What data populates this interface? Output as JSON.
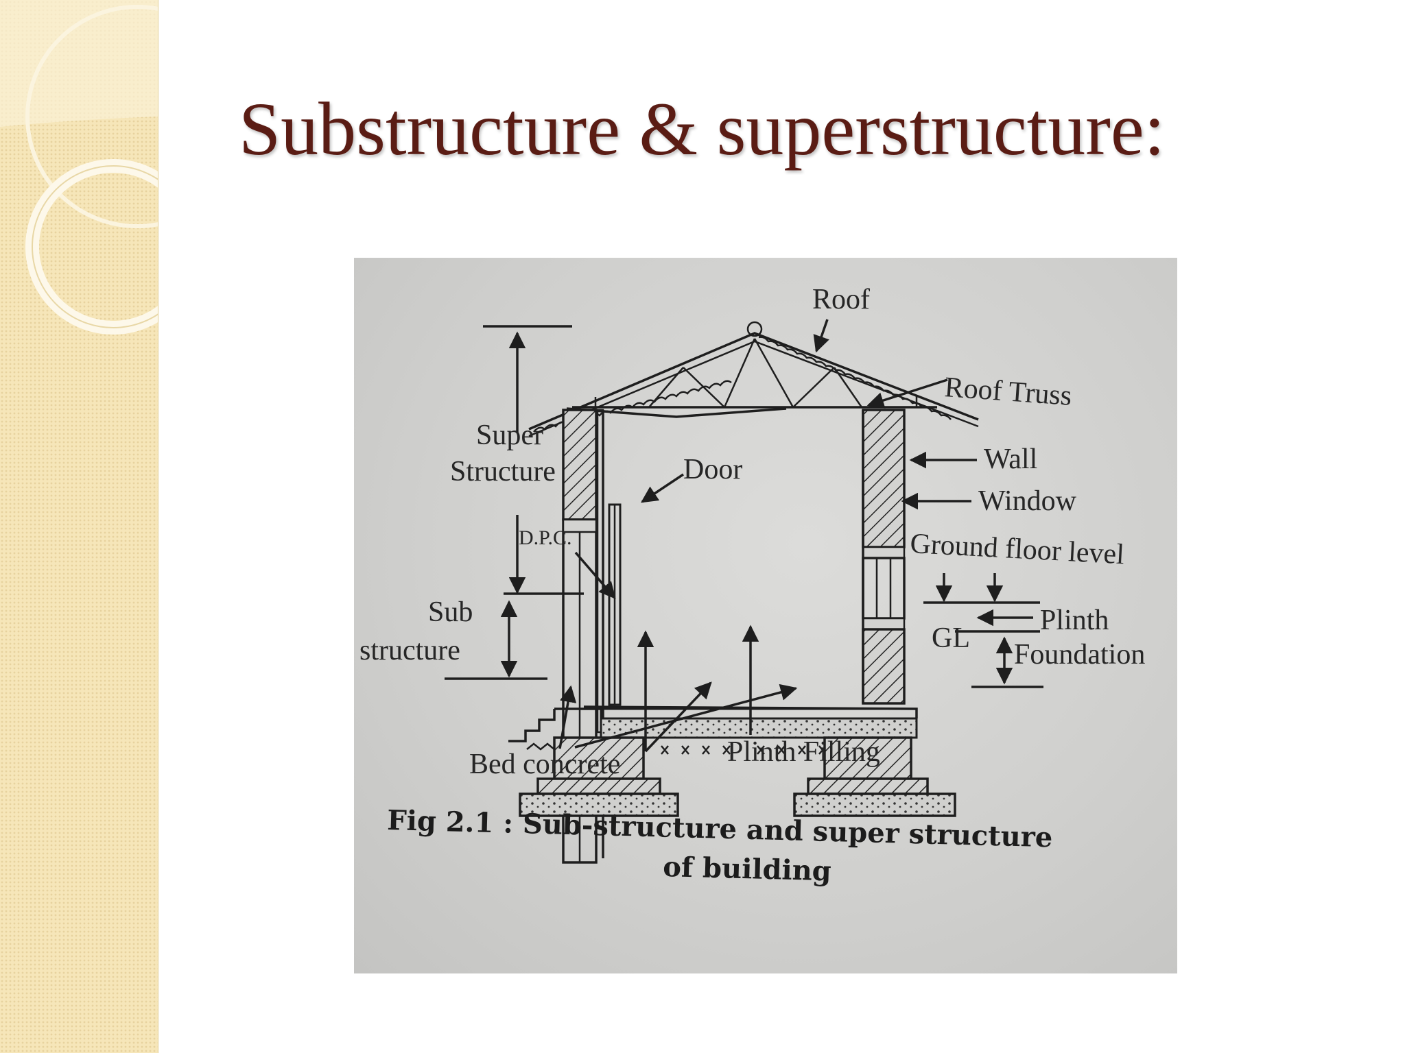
{
  "slide": {
    "title": "Substructure & superstructure:"
  },
  "figure": {
    "labels": {
      "roof": "Roof",
      "roof_truss": "Roof Truss",
      "super_structure_line1": "Super",
      "super_structure_line2": "Structure",
      "door": "Door",
      "wall": "Wall",
      "window": "Window",
      "dpc": "D.P.C.",
      "ground_floor_level": "Ground floor level",
      "sub_structure_line1": "Sub",
      "sub_structure_line2": "structure",
      "plinth": "Plinth",
      "gl": "GL",
      "foundation": "Foundation",
      "bed_concrete": "Bed concrete",
      "plinth_filling": "Plinth Filling"
    },
    "caption_line1": "Fig 2.1 : Sub-structure and super structure",
    "caption_line2": "of building"
  },
  "colors": {
    "title": "#5a1c14",
    "side_band": "#f6e6b9",
    "figure_bg": "#d6d6d4",
    "ink": "#1e1e1e"
  }
}
